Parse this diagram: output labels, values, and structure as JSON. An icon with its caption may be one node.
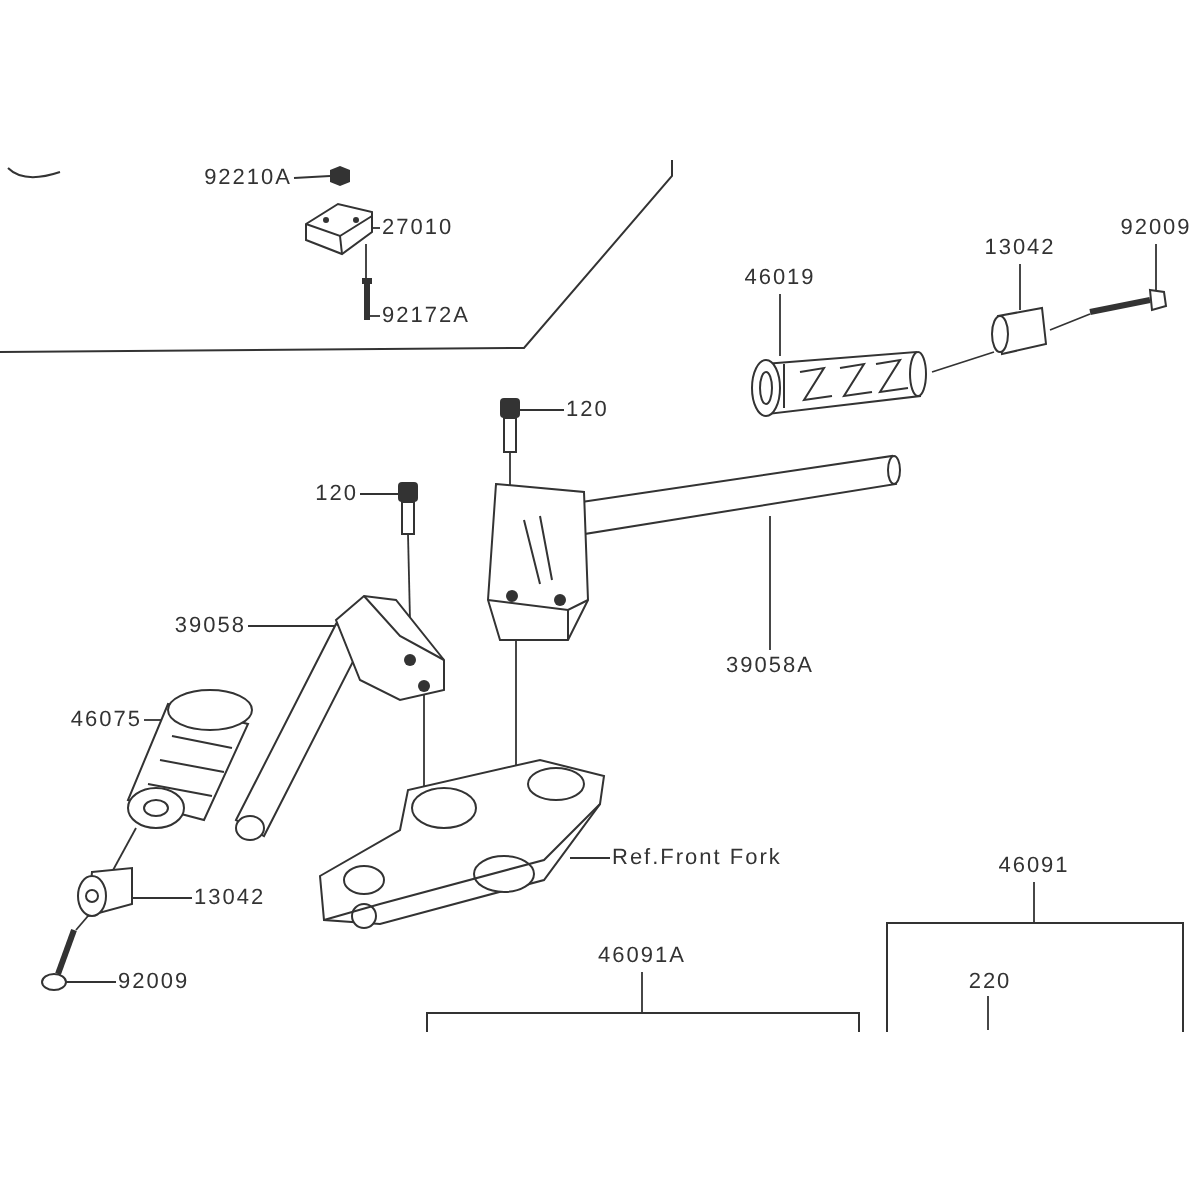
{
  "diagram": {
    "nodes": [
      {
        "text": [
          "92210A"
        ]
      },
      {
        "text": [],
        "shape": "picture"
      },
      {
        "text": [
          "27010"
        ]
      },
      {
        "text": [],
        "shape": "picture"
      },
      {
        "text": [
          "92172A"
        ]
      },
      {
        "text": [],
        "shape": "picture"
      },
      {
        "text": [
          "46019"
        ]
      },
      {
        "text": [],
        "shape": "picture"
      },
      {
        "text": [
          "13042"
        ]
      },
      {
        "text": [],
        "shape": "picture"
      },
      {
        "text": [
          "92009"
        ]
      },
      {
        "text": [],
        "shape": "picture"
      },
      {
        "text": [
          "120"
        ]
      },
      {
        "text": [],
        "shape": "picture"
      },
      {
        "text": [
          "120"
        ]
      },
      {
        "text": [],
        "shape": "picture"
      },
      {
        "text": [
          "39058A"
        ]
      },
      {
        "text": [],
        "shape": "picture"
      },
      {
        "text": [
          "39058"
        ]
      },
      {
        "text": [],
        "shape": "picture"
      },
      {
        "text": [
          "46075"
        ]
      },
      {
        "text": [],
        "shape": "picture"
      },
      {
        "text": [
          "13042"
        ]
      },
      {
        "text": [],
        "shape": "picture"
      },
      {
        "text": [
          "92009"
        ]
      },
      {
        "text": [],
        "shape": "picture"
      },
      {
        "text": [],
        "shape": "picture"
      },
      {
        "text": [
          "Ref.Front Fork"
        ]
      },
      {
        "text": [
          "46091A"
        ]
      },
      {
        "text": [],
        "shape": "box"
      },
      {
        "text": [
          "46091"
        ]
      },
      {
        "text": [],
        "shape": "box"
      },
      {
        "text": [
          "220"
        ],
        "in": 31
      }
    ],
    "edges": [
      {
        "from": 0,
        "to": 1,
        "arrow": "none"
      },
      {
        "from": 2,
        "to": 3,
        "arrow": "none"
      },
      {
        "from": 4,
        "to": 5,
        "arrow": "none"
      },
      {
        "from": 6,
        "to": 7,
        "arrow": "none"
      },
      {
        "from": 8,
        "to": 9,
        "arrow": "none"
      },
      {
        "from": 10,
        "to": 11,
        "arrow": "none"
      },
      {
        "from": 12,
        "to": 13,
        "arrow": "none"
      },
      {
        "from": 14,
        "to": 15,
        "arrow": "none"
      },
      {
        "from": 16,
        "to": 17,
        "arrow": "none"
      },
      {
        "from": 18,
        "to": 19,
        "arrow": "none"
      },
      {
        "from": 20,
        "to": 21,
        "arrow": "none"
      },
      {
        "from": 22,
        "to": 23,
        "arrow": "none"
      },
      {
        "from": 24,
        "to": 25,
        "arrow": "none"
      },
      {
        "from": 27,
        "to": 26,
        "arrow": "none"
      },
      {
        "from": 28,
        "to": 29,
        "arrow": "none"
      },
      {
        "from": 30,
        "to": 31,
        "arrow": "none"
      },
      {
        "from": 32,
        "to": null,
        "arrow": "none"
      },
      {
        "from": 3,
        "to": 5,
        "arrow": "none"
      },
      {
        "from": 7,
        "to": 9,
        "arrow": "none"
      },
      {
        "from": 9,
        "to": 11,
        "arrow": "none"
      },
      {
        "from": 13,
        "to": 17,
        "arrow": "none"
      },
      {
        "from": 15,
        "to": 19,
        "arrow": "none"
      },
      {
        "from": 19,
        "to": 26,
        "arrow": "none"
      },
      {
        "from": 17,
        "to": 26,
        "arrow": "none"
      },
      {
        "from": 21,
        "to": 23,
        "arrow": "none"
      },
      {
        "from": 23,
        "to": 25,
        "arrow": "none"
      }
    ]
  }
}
